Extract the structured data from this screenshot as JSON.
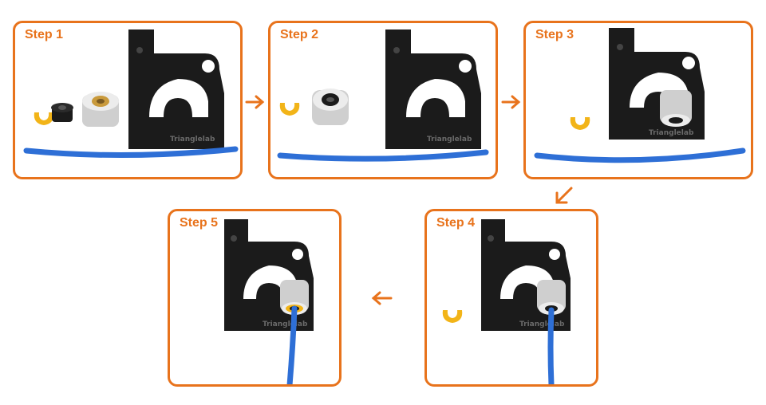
{
  "colors": {
    "accent": "#E8731C",
    "clip": "#F2B418",
    "tube": "#2E6FD6",
    "bracket": "#1b1b1b",
    "metal": "#d9d9d9",
    "brass": "#c99a3c"
  },
  "steps": [
    {
      "label": "Step 1",
      "watermark": "Trianglelab"
    },
    {
      "label": "Step 2",
      "watermark": "Trianglelab"
    },
    {
      "label": "Step 3",
      "watermark": "Trianglelab"
    },
    {
      "label": "Step 4",
      "watermark": "Trianglelab"
    },
    {
      "label": "Step 5",
      "watermark": "Trianglelab"
    }
  ],
  "icons": {
    "arrow": "arrow-right-icon",
    "arrow_diag": "arrow-down-left-icon",
    "arrow_left": "arrow-left-icon"
  }
}
